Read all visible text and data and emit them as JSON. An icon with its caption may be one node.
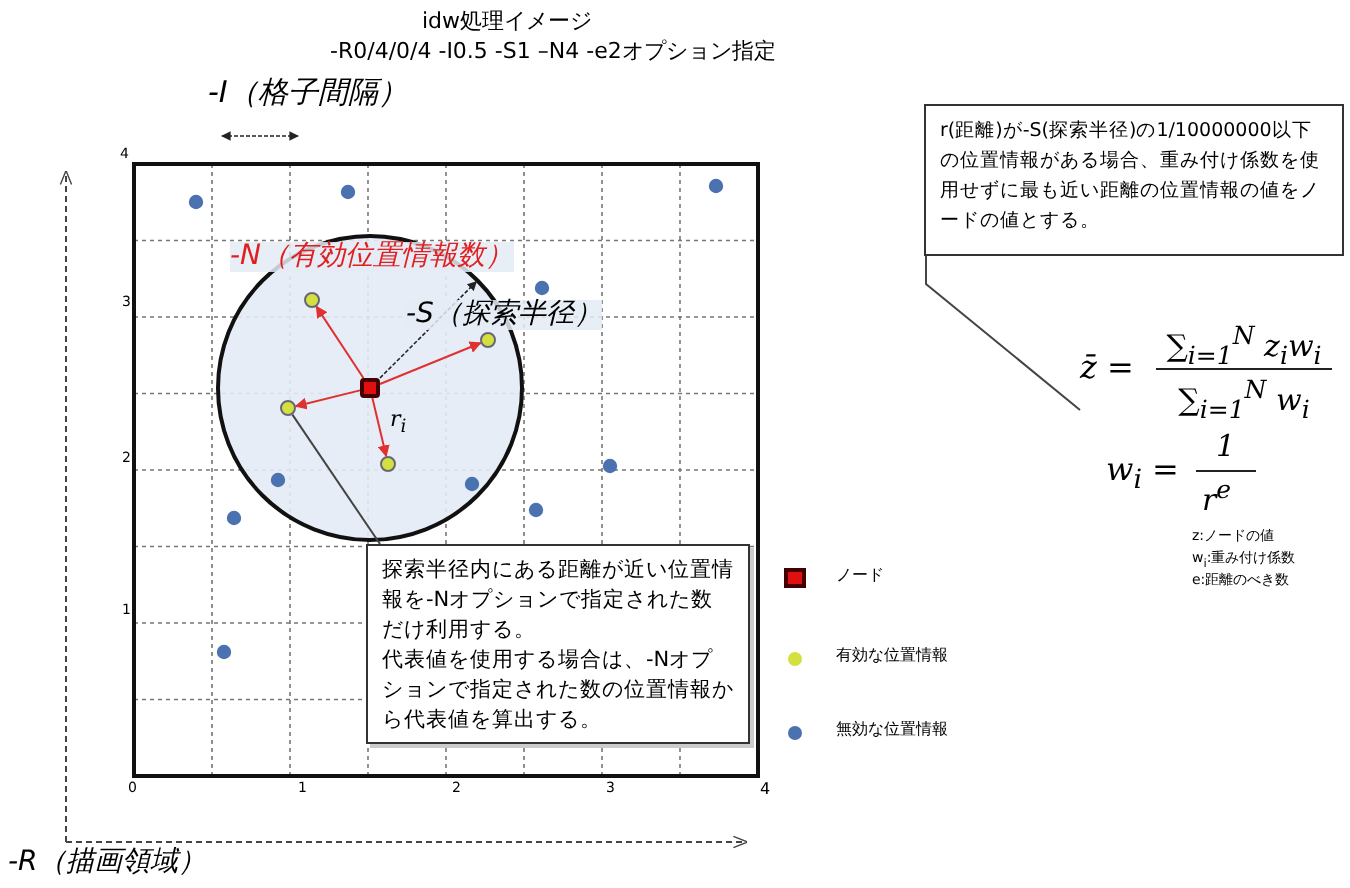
{
  "diagram": {
    "title": "idw処理イメージ",
    "nodes": [
      {
        "text": [
          "r(距離)が-S(探索半径)の1/10000000以下の位置情報がある場合、重み付け係数を使用せずに最も近い距離の位置情報の値をノードの値とする。"
        ]
      },
      {
        "text": [
          "z̄ =",
          "∑$_{i=1}$$^{N}$ z$_{i}$w$_{i}$",
          "∑$_{i=1}$$^{N}$ w$_{i}$"
        ]
      },
      {
        "text": [
          "探索半径内にある距離が近い位置情報を-Nオプションで指定された数だけ利用する。",
          "代表値を使用する場合は、-Nオプションで指定された数の位置情報から代表値を算出する。"
        ]
      },
      {
        "text": [],
        "shape": "box"
      },
      {
        "text": [],
        "shape": "circle"
      },
      {
        "text": [],
        "shape": "circle"
      },
      {
        "text": [],
        "shape": "circle"
      },
      {
        "text": [],
        "shape": "circle"
      }
    ],
    "edges": [
      {
        "from": 0,
        "to": 1,
        "arrow": "none",
        "color": "#444444"
      },
      {
        "from": 2,
        "to": 4,
        "arrow": "none",
        "color": "#444444"
      },
      {
        "from": 3,
        "to": 4,
        "arrow": "to"
      },
      {
        "from": 3,
        "to": 5,
        "arrow": "to"
      },
      {
        "from": 3,
        "to": 6,
        "arrow": "to"
      },
      {
        "from": 3,
        "to": 7,
        "arrow": "to"
      }
    ],
    "labels": [
      "-R0/4/0/4 -I0.5 -S1 –N4 -e2オプション指定",
      "-I（格子間隔）",
      "4",
      "-N（有効位置情報数）",
      "3",
      "-S（探索半径）",
      "r$_{i}$",
      "2",
      "1",
      "0",
      "1",
      "2",
      "3",
      "4",
      "-R（描画領域）",
      "w$_{i}$ =",
      "1",
      "r$^{e}$",
      "z:ノードの値",
      "w$_{i}$:重み付け係数",
      "e:距離のべき数"
    ],
    "legend": [
      {
        "text": "ノード"
      },
      {
        "text": "有効な位置情報",
        "color": "#d4e040"
      },
      {
        "text": "無効な位置情報",
        "color": "#4a72b0"
      }
    ]
  }
}
